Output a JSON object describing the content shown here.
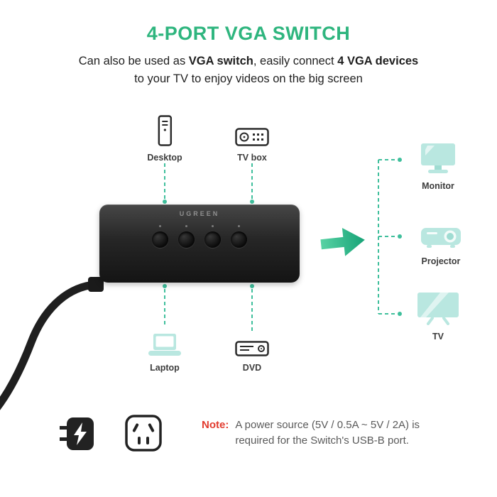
{
  "title": "4-PORT VGA SWITCH",
  "subtitle": {
    "part1": "Can also be used as ",
    "bold1": "VGA switch",
    "part2": ", easily connect ",
    "bold2": "4 VGA devices",
    "line2": "to your TV to enjoy videos on the big screen"
  },
  "switch_device": {
    "brand": "UGREEN",
    "ports": 4
  },
  "inputs": [
    {
      "label": "Desktop",
      "icon": "desktop-tower-icon"
    },
    {
      "label": "TV box",
      "icon": "tv-box-icon"
    },
    {
      "label": "Laptop",
      "icon": "laptop-icon"
    },
    {
      "label": "DVD",
      "icon": "dvd-player-icon"
    }
  ],
  "outputs": [
    {
      "label": "Monitor",
      "icon": "monitor-icon"
    },
    {
      "label": "Projector",
      "icon": "projector-icon"
    },
    {
      "label": "TV",
      "icon": "tv-icon"
    }
  ],
  "note": {
    "label": "Note:",
    "line1": "A power source (5V / 0.5A ~ 5V / 2A) is",
    "line2": "required for the Switch's USB-B port."
  },
  "colors": {
    "brand_green": "#2eb57e",
    "connector_teal": "#3fbf9c",
    "icon_mint": "#b9e7e0",
    "note_red": "#e23b2e",
    "device_black": "#1e1e1e"
  }
}
